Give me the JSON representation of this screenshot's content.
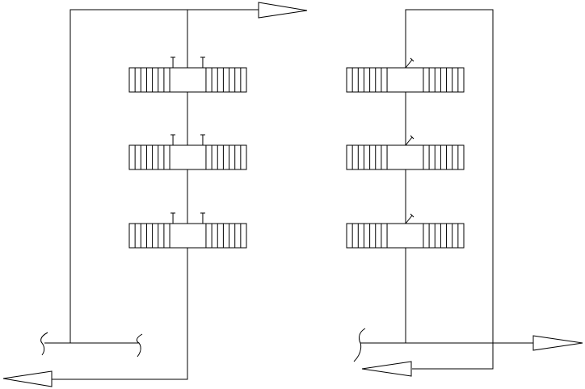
{
  "diagram": {
    "left_system": {
      "radiators": 3,
      "fins_per_side": 7,
      "valve_style": "straight"
    },
    "right_system": {
      "radiators": 3,
      "fins_per_side": 7,
      "valve_style": "angled"
    },
    "colors": {
      "stroke": "#000000",
      "background": "#ffffff"
    }
  }
}
